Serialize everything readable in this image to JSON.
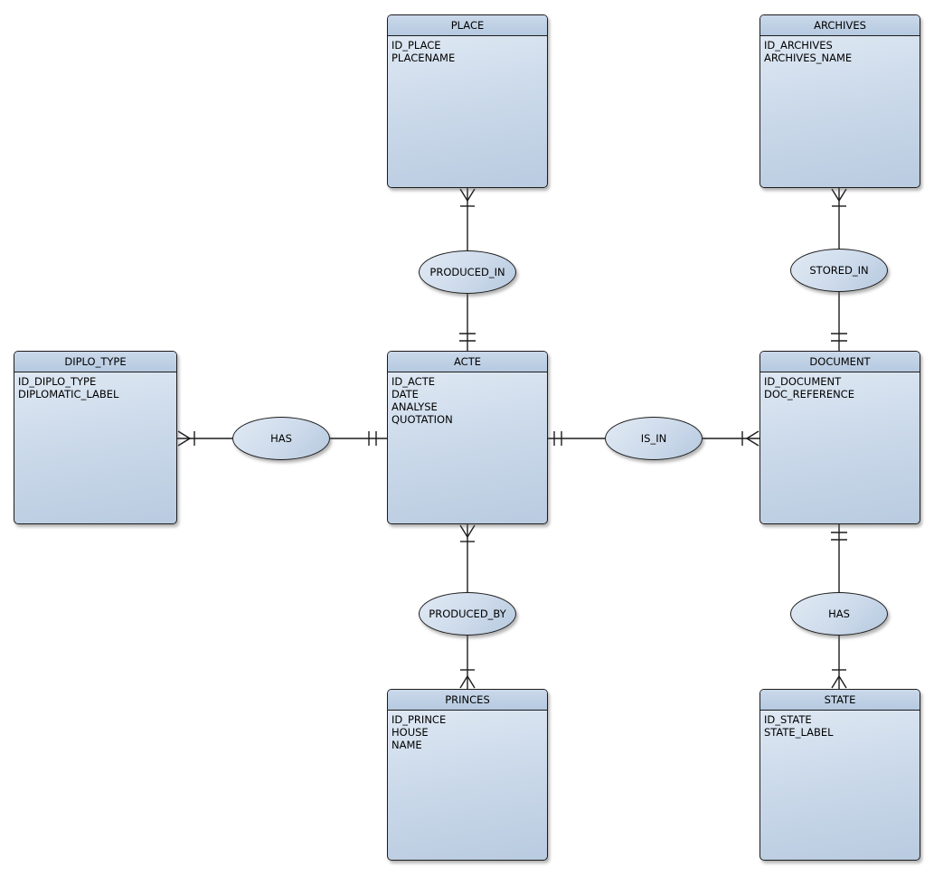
{
  "diagram": {
    "type": "entity-relationship-diagram",
    "colors": {
      "background": "#ffffff",
      "entity_header_fill": "#bfd1e5",
      "entity_body_gradient_top": "#e4ecf6",
      "entity_body_gradient_bottom": "#b9cbe0",
      "ellipse_gradient_top": "#e1eaf4",
      "ellipse_gradient_bottom": "#b6c9df",
      "border": "#1c1c1c",
      "line": "#1c1c1c",
      "text": "#000000"
    },
    "entities": [
      {
        "id": "place",
        "name": "PLACE",
        "attributes": [
          "ID_PLACE",
          "PLACENAME"
        ]
      },
      {
        "id": "archives",
        "name": "ARCHIVES",
        "attributes": [
          "ID_ARCHIVES",
          "ARCHIVES_NAME"
        ]
      },
      {
        "id": "diplo_type",
        "name": "DIPLO_TYPE",
        "attributes": [
          "ID_DIPLO_TYPE",
          "DIPLOMATIC_LABEL"
        ]
      },
      {
        "id": "acte",
        "name": "ACTE",
        "attributes": [
          "ID_ACTE",
          "DATE",
          "ANALYSE",
          "QUOTATION"
        ]
      },
      {
        "id": "document",
        "name": "DOCUMENT",
        "attributes": [
          "ID_DOCUMENT",
          "DOC_REFERENCE"
        ]
      },
      {
        "id": "princes",
        "name": "PRINCES",
        "attributes": [
          "ID_PRINCE",
          "HOUSE",
          "NAME"
        ]
      },
      {
        "id": "state",
        "name": "STATE",
        "attributes": [
          "ID_STATE",
          "STATE_LABEL"
        ]
      }
    ],
    "relationships": [
      {
        "id": "produced_in",
        "label": "PRODUCED_IN",
        "from": "PLACE",
        "to": "ACTE",
        "from_marker": "crow-foot-with-bar",
        "to_marker": "double-bar"
      },
      {
        "id": "stored_in",
        "label": "STORED_IN",
        "from": "ARCHIVES",
        "to": "DOCUMENT",
        "from_marker": "crow-foot-with-bar",
        "to_marker": "double-bar"
      },
      {
        "id": "has_diplo",
        "label": "HAS",
        "from": "DIPLO_TYPE",
        "to": "ACTE",
        "from_marker": "crow-foot-with-bar",
        "to_marker": "double-bar"
      },
      {
        "id": "is_in",
        "label": "IS_IN",
        "from": "ACTE",
        "to": "DOCUMENT",
        "from_marker": "double-bar",
        "to_marker": "crow-foot-with-bar"
      },
      {
        "id": "produced_by",
        "label": "PRODUCED_BY",
        "from": "ACTE",
        "to": "PRINCES",
        "from_marker": "crow-foot-with-bar",
        "to_marker": "crow-foot-with-bar"
      },
      {
        "id": "has_state",
        "label": "HAS",
        "from": "DOCUMENT",
        "to": "STATE",
        "from_marker": "double-bar",
        "to_marker": "crow-foot-with-bar"
      }
    ]
  }
}
